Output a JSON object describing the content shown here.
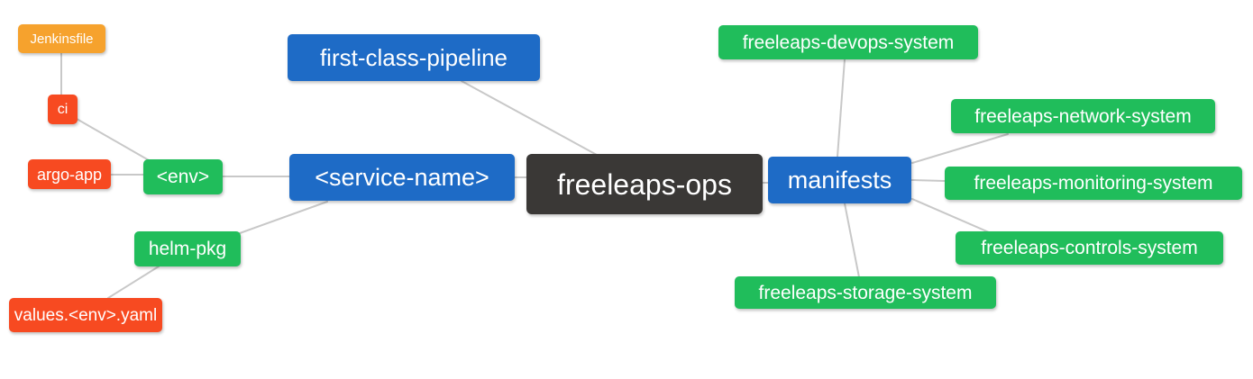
{
  "palette": {
    "primary_blue": "#1e6bc6",
    "secondary_green": "#20bd5b",
    "leaf_red": "#f74a21",
    "leaf_amber": "#f6a22d",
    "root_dark": "#3a3836",
    "edge_gray": "#c8c8c8",
    "background": "#ffffff",
    "node_text": "#ffffff"
  },
  "nodes": [
    {
      "id": "jenkinsfile",
      "label": "Jenkinsfile",
      "color": "amber"
    },
    {
      "id": "ci",
      "label": "ci",
      "color": "red"
    },
    {
      "id": "argo-app",
      "label": "argo-app",
      "color": "red"
    },
    {
      "id": "env",
      "label": "<env>",
      "color": "green"
    },
    {
      "id": "helm-pkg",
      "label": "helm-pkg",
      "color": "green"
    },
    {
      "id": "values-env-yaml",
      "label": "values.<env>.yaml",
      "color": "red"
    },
    {
      "id": "first-class-pipeline",
      "label": "first-class-pipeline",
      "color": "blue"
    },
    {
      "id": "service-name",
      "label": "<service-name>",
      "color": "blue"
    },
    {
      "id": "freeleaps-ops",
      "label": "freeleaps-ops",
      "color": "dark"
    },
    {
      "id": "manifests",
      "label": "manifests",
      "color": "blue"
    },
    {
      "id": "devops-system",
      "label": "freeleaps-devops-system",
      "color": "green"
    },
    {
      "id": "network-system",
      "label": "freeleaps-network-system",
      "color": "green"
    },
    {
      "id": "monitoring-system",
      "label": "freeleaps-monitoring-system",
      "color": "green"
    },
    {
      "id": "controls-system",
      "label": "freeleaps-controls-system",
      "color": "green"
    },
    {
      "id": "storage-system",
      "label": "freeleaps-storage-system",
      "color": "green"
    }
  ],
  "edges": [
    {
      "from": "jenkinsfile",
      "to": "ci"
    },
    {
      "from": "ci",
      "to": "env"
    },
    {
      "from": "argo-app",
      "to": "env"
    },
    {
      "from": "env",
      "to": "service-name"
    },
    {
      "from": "helm-pkg",
      "to": "service-name"
    },
    {
      "from": "values-env-yaml",
      "to": "helm-pkg"
    },
    {
      "from": "service-name",
      "to": "freeleaps-ops"
    },
    {
      "from": "first-class-pipeline",
      "to": "freeleaps-ops"
    },
    {
      "from": "freeleaps-ops",
      "to": "manifests"
    },
    {
      "from": "manifests",
      "to": "devops-system"
    },
    {
      "from": "manifests",
      "to": "network-system"
    },
    {
      "from": "manifests",
      "to": "monitoring-system"
    },
    {
      "from": "manifests",
      "to": "controls-system"
    },
    {
      "from": "manifests",
      "to": "storage-system"
    }
  ]
}
